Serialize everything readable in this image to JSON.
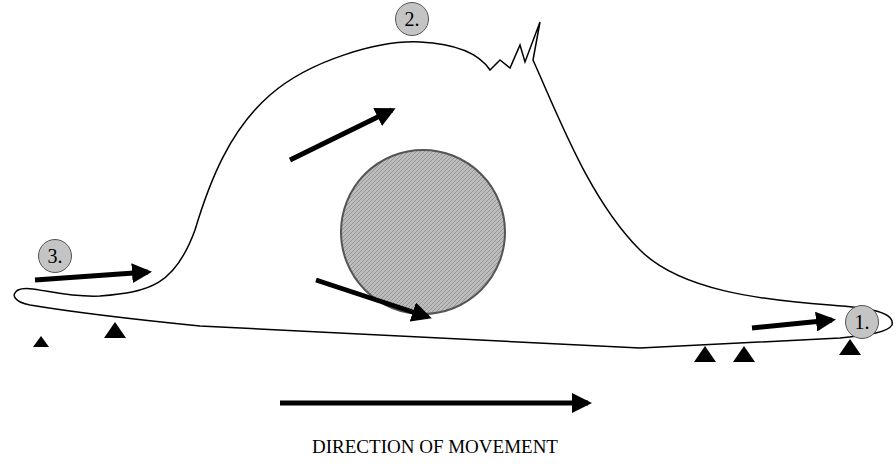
{
  "diagram": {
    "nodes": [
      {
        "text": [
          "2."
        ]
      },
      {
        "text": [
          "3."
        ]
      },
      {
        "text": [
          "1."
        ]
      }
    ],
    "labels": [
      "DIRECTION OF MOVEMENT"
    ]
  }
}
